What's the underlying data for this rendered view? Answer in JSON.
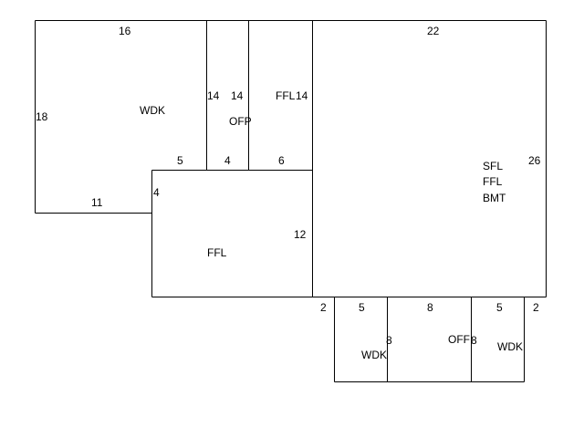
{
  "sketch": {
    "dimensions": {
      "wdk_top": "16",
      "wdk_left": "18",
      "wdk_bottom": "11",
      "wdk_step_right": "4",
      "ofp_top_left_strip_right": "14",
      "ofp_width_label": "14",
      "ofp_bottom_left": "5",
      "ofp_bottom_mid": "4",
      "ffl_strip_right": "14",
      "ffl_strip_bottom": "6",
      "ffl_lower_right": "12",
      "main_top": "22",
      "main_right": "26",
      "lower_offset_left": "2",
      "lower_wdk_left_top": "5",
      "lower_wdk_left_side": "8",
      "lower_off_top": "8",
      "lower_off_side": "8",
      "lower_wdk_right_top": "5",
      "lower_offset_right": "2"
    },
    "areas": {
      "wdk_upper": "WDK",
      "ofp": "OFP",
      "ffl_strip": "FFL",
      "ffl_lower": "FFL",
      "main_sfl": "SFL",
      "main_ffl": "FFL",
      "main_bmt": "BMT",
      "lower_wdk_left": "WDK",
      "lower_off": "OFF",
      "lower_wdk_right": "WDK"
    }
  }
}
